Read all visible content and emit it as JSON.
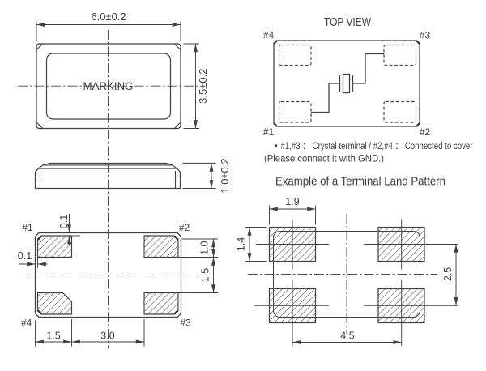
{
  "colors": {
    "background": "#ffffff",
    "line": "#414141",
    "thin_line": "#4a4a4a",
    "text": "#3c3c44",
    "hatch": "#414141"
  },
  "package_top_view": {
    "marking_label": "MARKING",
    "width_dim": "6.0±0.2",
    "height_dim": "3.5±0.2"
  },
  "side_view": {
    "height_dim": "1.0±0.2"
  },
  "bottom_view": {
    "pad_labels": {
      "top_left": "#1",
      "top_right": "#2",
      "bottom_right": "#3",
      "bottom_left": "#4"
    },
    "dims": {
      "pad_top_offset": "0.1",
      "pad_left_offset": "0.1",
      "pad_edge_height": "1.0",
      "pad_gap": "1.5",
      "pad_width": "1.5",
      "pad_inner_span": "3.0"
    }
  },
  "schematic_top_view": {
    "title": "TOP VIEW",
    "pad_labels": {
      "top_left": "#4",
      "top_right": "#3",
      "bottom_left": "#1",
      "bottom_right": "#2"
    },
    "notes": {
      "bullet": "•",
      "line1": "#1,#3 ： Crystal terminal / #2,#4 ： Connected to cover",
      "line2": "(Please connect it with GND.)"
    }
  },
  "land_pattern": {
    "heading": "Example of a Terminal Land Pattern",
    "dims": {
      "pad_width": "1.9",
      "pad_height": "1.4",
      "vertical_pitch": "2.5",
      "horizontal_pitch": "4.5"
    }
  }
}
